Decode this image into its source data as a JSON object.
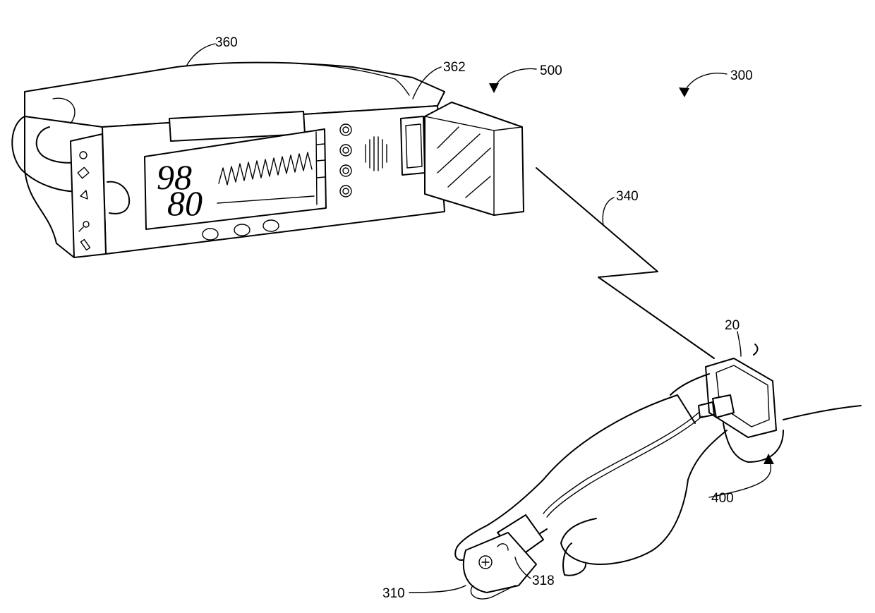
{
  "labels": {
    "monitor": "360",
    "monitor_port": "362",
    "system_500": "500",
    "system_300": "300",
    "wireless_link": "340",
    "wrist_unit": "20",
    "sensor_assembly": "400",
    "finger_sensor": "310",
    "sensor_connector": "318"
  },
  "readout": {
    "spo2": "98",
    "pulse": "80"
  },
  "icons": [
    "monitor-device",
    "wireless-zigzag-icon",
    "waveform-display",
    "hand-drawing",
    "finger-clip-sensor-icon"
  ]
}
